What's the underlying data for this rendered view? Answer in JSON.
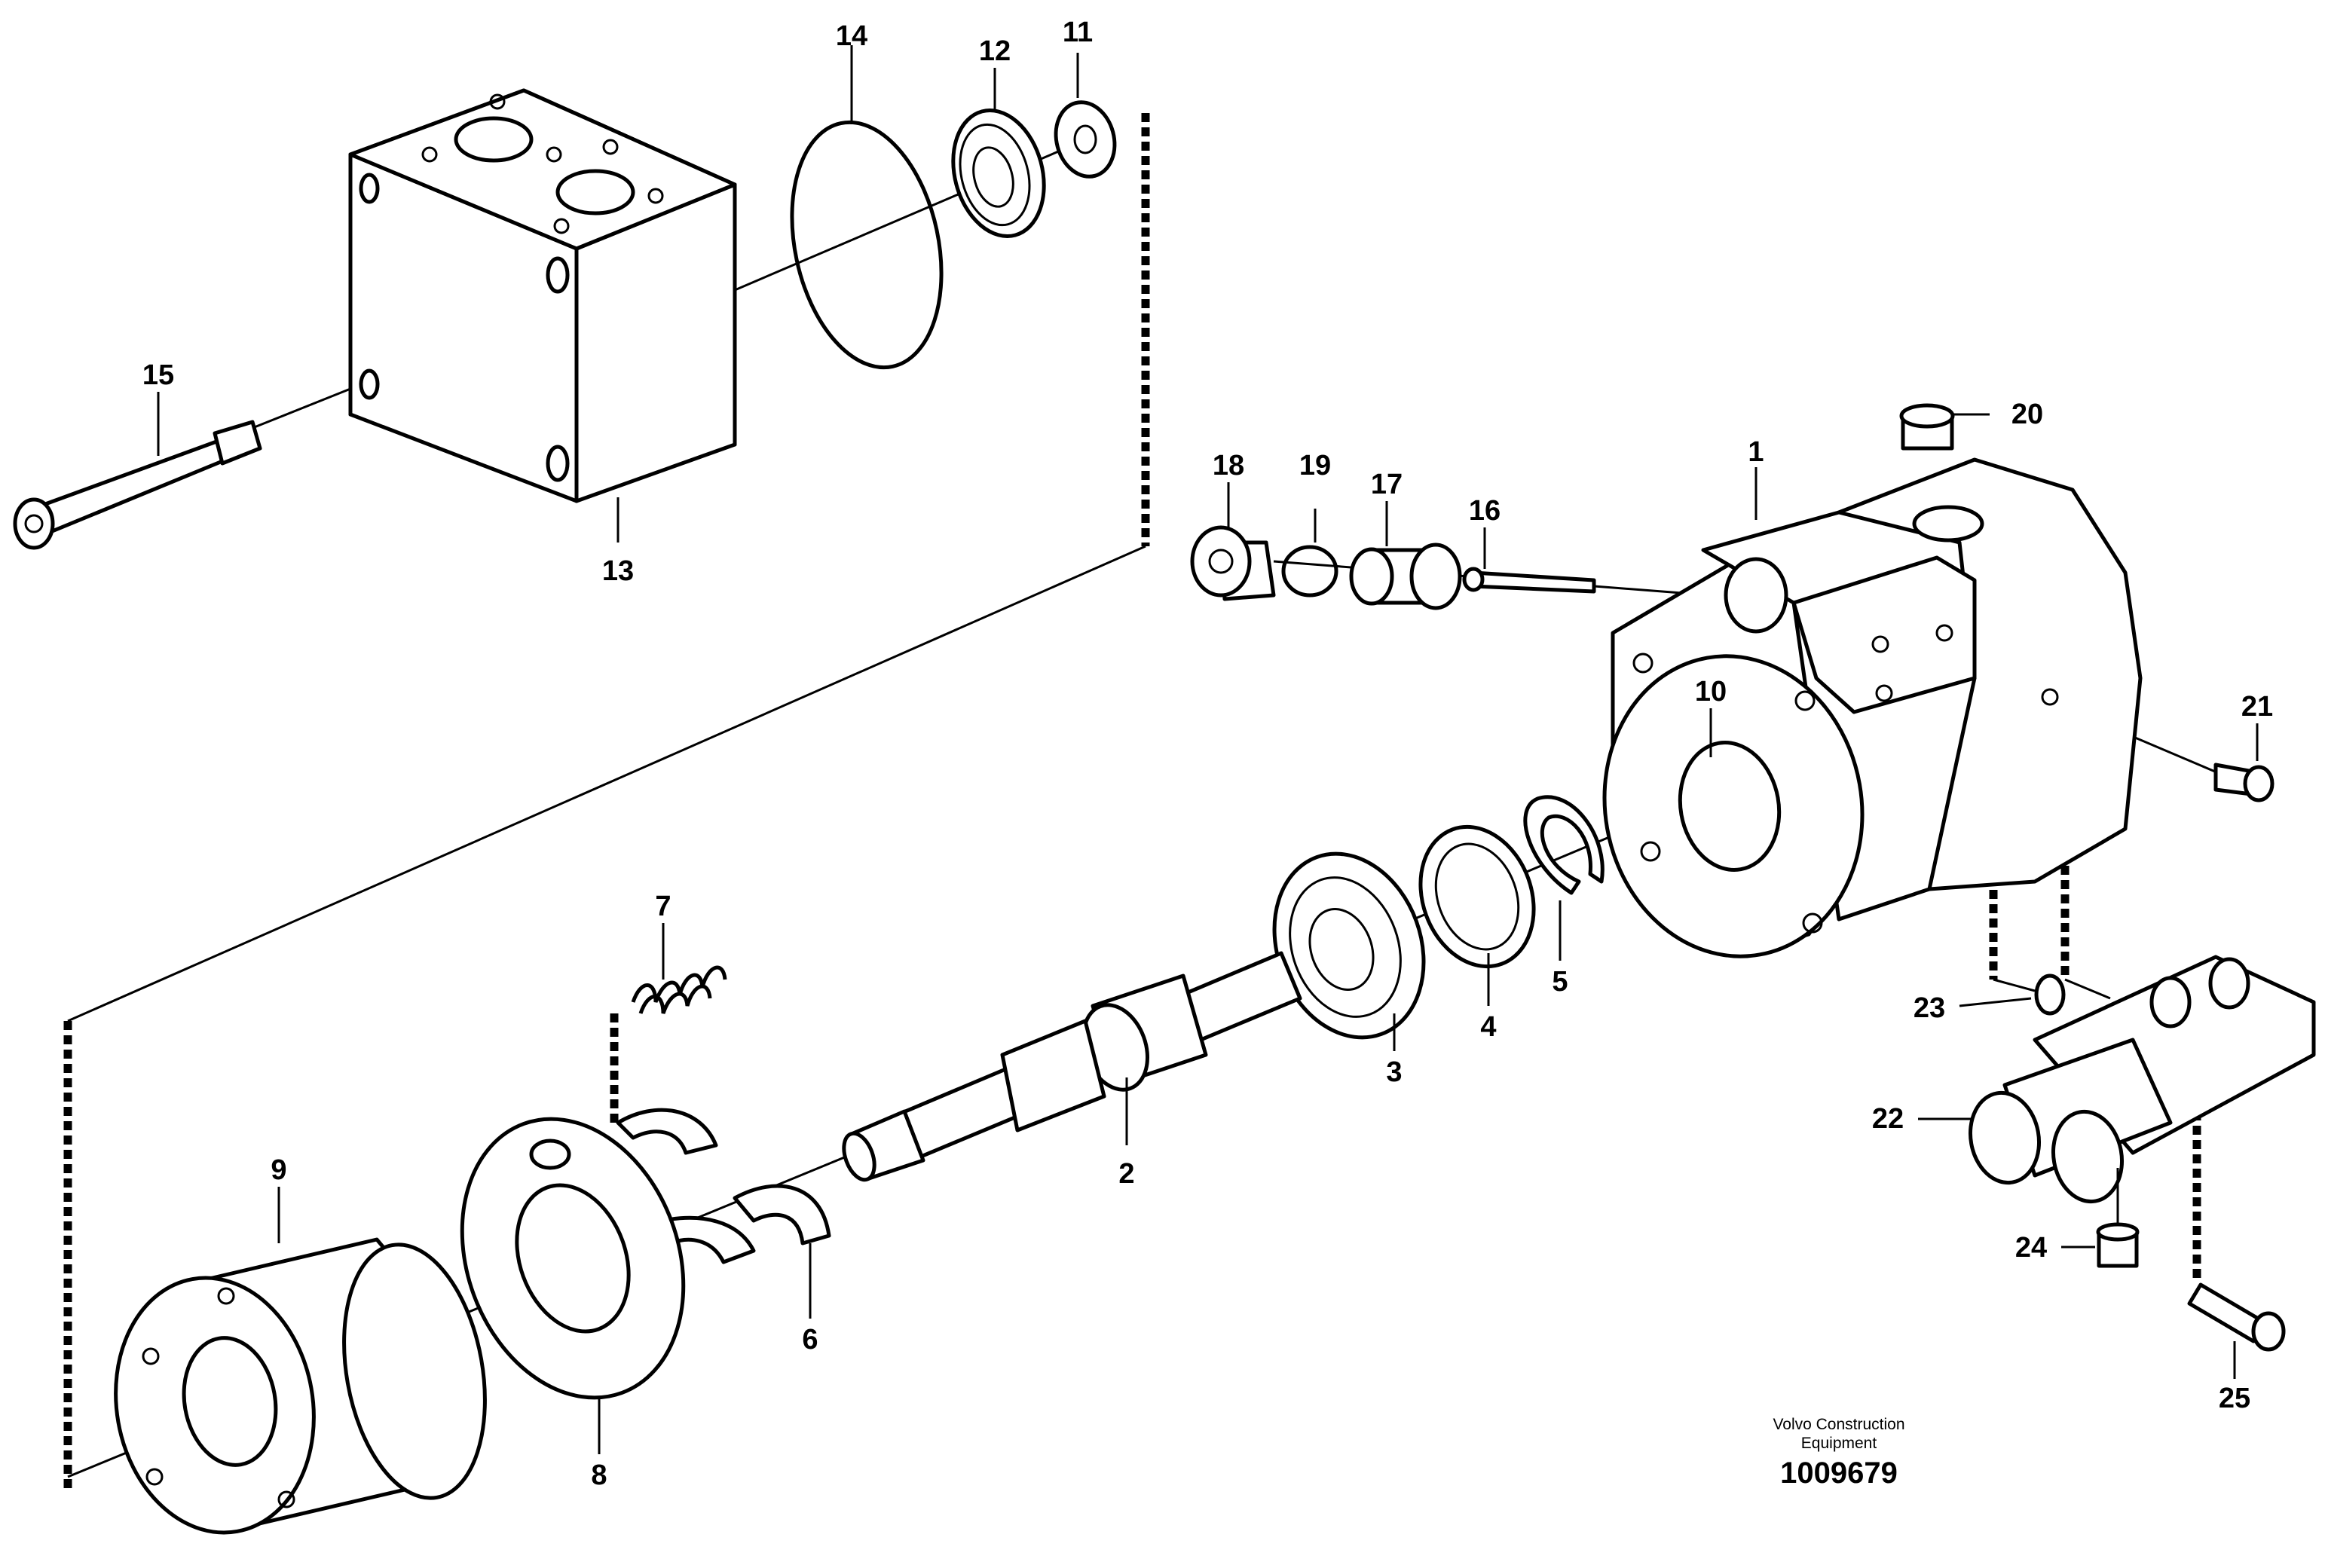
{
  "diagram": {
    "callouts": [
      {
        "id": "c1",
        "text": "1"
      },
      {
        "id": "c2",
        "text": "2"
      },
      {
        "id": "c3",
        "text": "3"
      },
      {
        "id": "c4",
        "text": "4"
      },
      {
        "id": "c5",
        "text": "5"
      },
      {
        "id": "c6",
        "text": "6"
      },
      {
        "id": "c7",
        "text": "7"
      },
      {
        "id": "c8",
        "text": "8"
      },
      {
        "id": "c9",
        "text": "9"
      },
      {
        "id": "c10",
        "text": "10"
      },
      {
        "id": "c11",
        "text": "11"
      },
      {
        "id": "c12",
        "text": "12"
      },
      {
        "id": "c13",
        "text": "13"
      },
      {
        "id": "c14",
        "text": "14"
      },
      {
        "id": "c15",
        "text": "15"
      },
      {
        "id": "c16",
        "text": "16"
      },
      {
        "id": "c17",
        "text": "17"
      },
      {
        "id": "c18",
        "text": "18"
      },
      {
        "id": "c19",
        "text": "19"
      },
      {
        "id": "c20",
        "text": "20"
      },
      {
        "id": "c21",
        "text": "21"
      },
      {
        "id": "c22",
        "text": "22"
      },
      {
        "id": "c23",
        "text": "23"
      },
      {
        "id": "c24",
        "text": "24"
      },
      {
        "id": "c25",
        "text": "25"
      }
    ],
    "credit_line_1": "Volvo Construction",
    "credit_line_2": "Equipment",
    "document_number": "1009679"
  }
}
